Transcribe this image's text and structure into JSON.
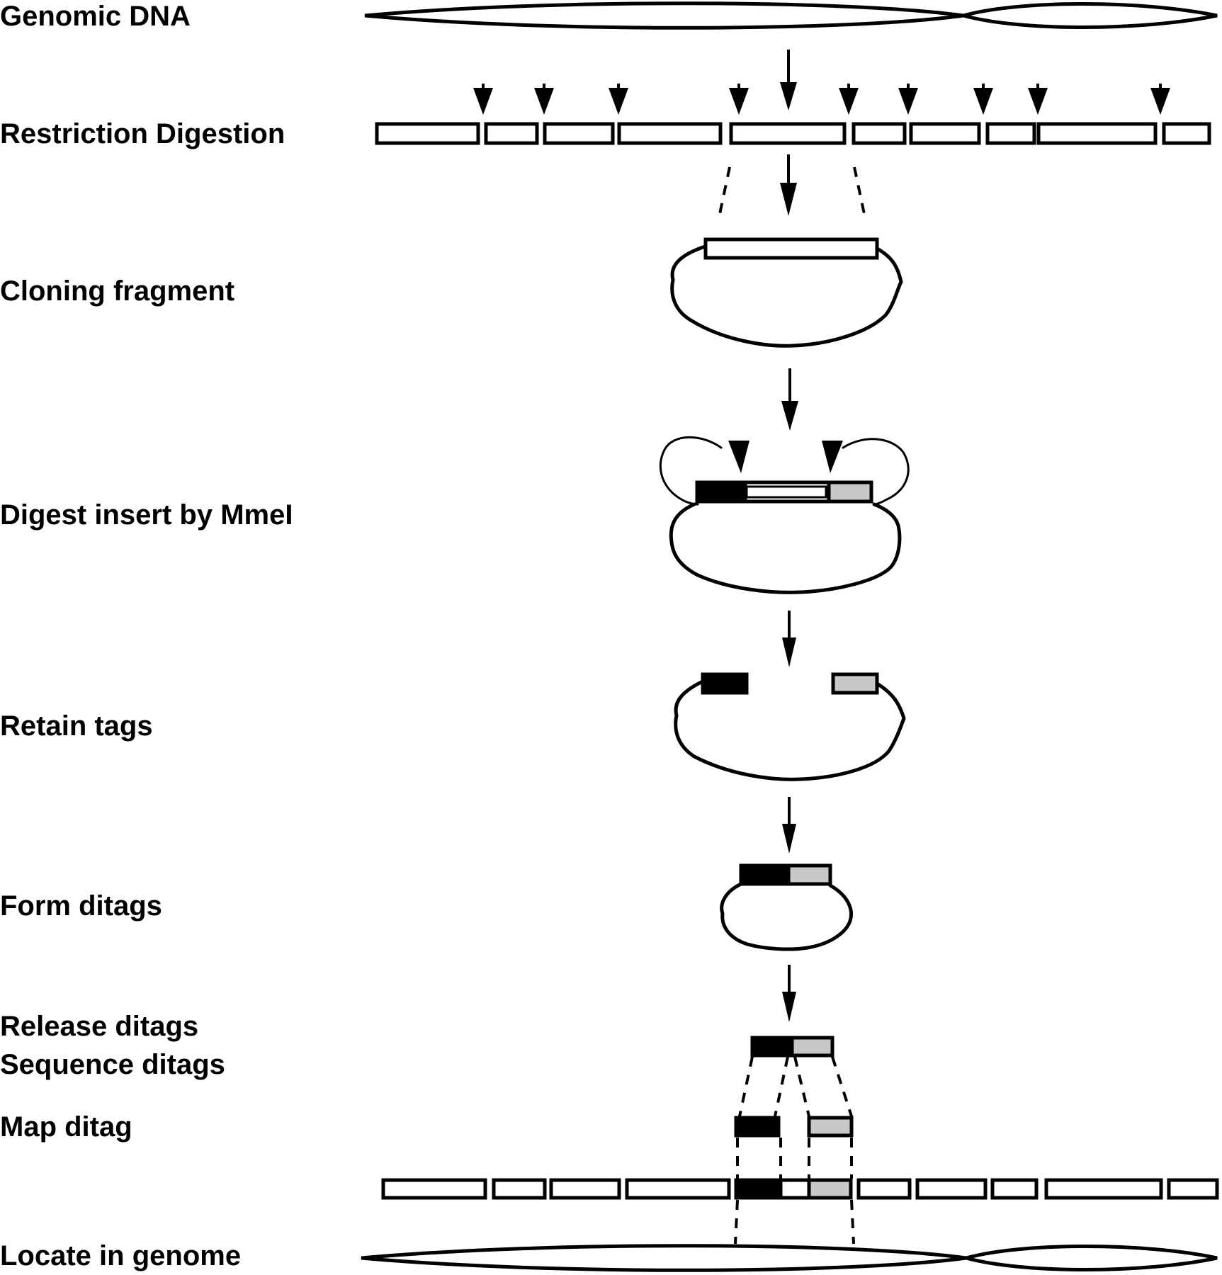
{
  "labels": {
    "genomic_dna": "Genomic DNA",
    "restriction_digestion": "Restriction Digestion",
    "cloning_fragment": "Cloning fragment",
    "digest_insert": "Digest insert by MmeI",
    "retain_tags": "Retain tags",
    "form_ditags": "Form ditags",
    "release_ditags": "Release ditags",
    "sequence_ditags": "Sequence ditags",
    "map_ditag": "Map ditag",
    "locate_in_genome": "Locate in genome"
  },
  "colors": {
    "outline": "#000000",
    "fill": "#ffffff",
    "tag_a": "#000000",
    "tag_b": "#c8c8c8"
  },
  "icons": {
    "cut_site": "arrowhead-down-icon",
    "flow": "arrow-down-icon"
  }
}
